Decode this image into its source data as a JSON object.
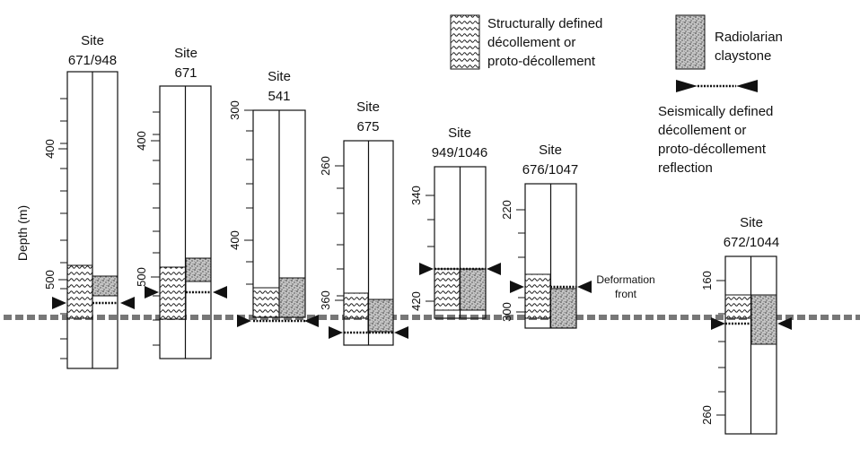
{
  "legend": {
    "structural": [
      "Structurally defined",
      "décollement or",
      "proto-décollement"
    ],
    "radiolarian": [
      "Radiolarian",
      "claystone"
    ],
    "seismic": [
      "Seismically defined",
      "décollement or",
      "proto-décollement",
      "reflection"
    ]
  },
  "axis_label": "Depth (m)",
  "deformation_front": [
    "Deformation",
    "front"
  ],
  "sites": [
    {
      "title": [
        "Site",
        "671/948"
      ],
      "ticks": [
        "400",
        "500"
      ]
    },
    {
      "title": [
        "Site",
        "671"
      ],
      "ticks": [
        "400",
        "500"
      ]
    },
    {
      "title": [
        "Site",
        "541"
      ],
      "ticks": [
        "300",
        "400"
      ]
    },
    {
      "title": [
        "Site",
        "675"
      ],
      "ticks": [
        "260",
        "360"
      ]
    },
    {
      "title": [
        "Site",
        "949/1046"
      ],
      "ticks": [
        "340",
        "420"
      ]
    },
    {
      "title": [
        "Site",
        "676/1047"
      ],
      "ticks": [
        "220",
        "300"
      ]
    },
    {
      "title": [
        "Site",
        "672/1044"
      ],
      "ticks": [
        "160",
        "260"
      ]
    }
  ],
  "colors": {
    "ink": "#111111",
    "dashed_line": "#777777",
    "stipple": "#bdbdbd"
  }
}
